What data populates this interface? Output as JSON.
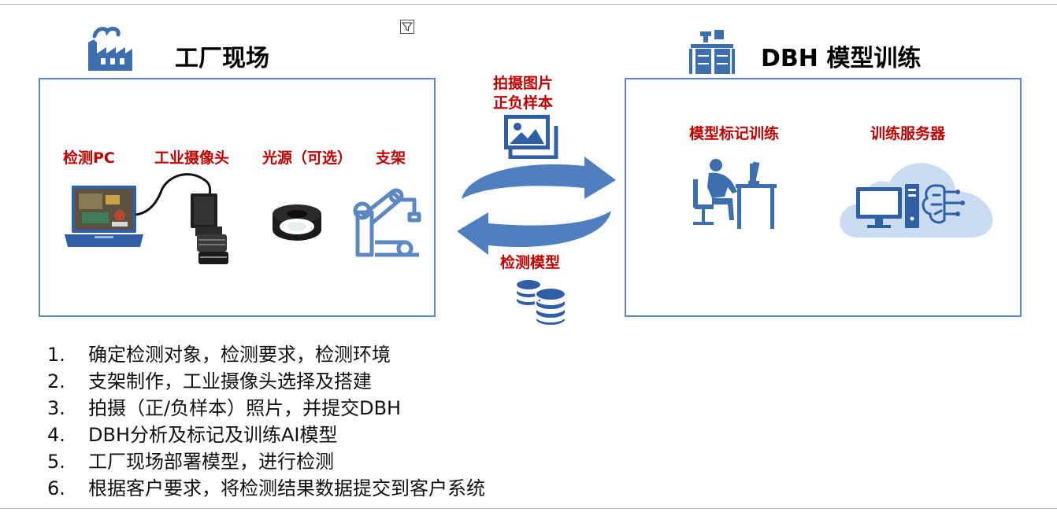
{
  "factory": {
    "title": "工厂现场",
    "labels": [
      "检测PC",
      "工业摄像头",
      "光源（可选）",
      "支架"
    ]
  },
  "training": {
    "title": "DBH 模型训练",
    "labels": [
      "模型标记训练",
      "训练服务器"
    ]
  },
  "flow": {
    "upload_line1": "拍摄图片",
    "upload_line2": "正负样本",
    "download": "检测模型"
  },
  "steps": [
    {
      "num": "1.",
      "text": "确定检测对象，检测要求，检测环境"
    },
    {
      "num": "2.",
      "text": "支架制作，工业摄像头选择及搭建"
    },
    {
      "num": "3.",
      "text": "拍摄（正/负样本）照片，并提交DBH"
    },
    {
      "num": "4.",
      "text": "DBH分析及标记及训练AI模型"
    },
    {
      "num": "5.",
      "text": "工厂现场部署模型，进行检测"
    },
    {
      "num": "6.",
      "text": "根据客户要求，将检测结果数据提交到客户系统"
    }
  ],
  "colors": {
    "accent": "#5b87c2",
    "icon": "#3d6fae",
    "label": "#c00000"
  }
}
